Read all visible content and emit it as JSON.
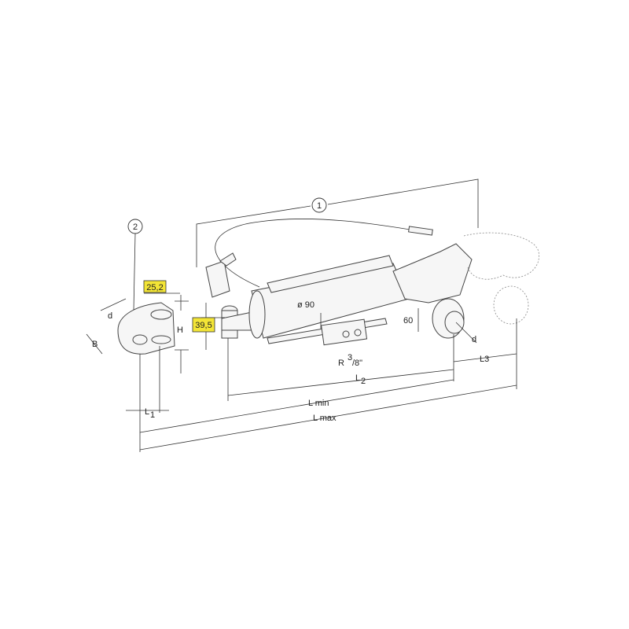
{
  "callouts": {
    "assembly": "1",
    "clevis": "2"
  },
  "dimensions": {
    "clevis_pin_width": "25,2",
    "ball_pin_height": "39,5",
    "d_clevis": "d",
    "b": "B",
    "h": "H",
    "diameter": "ø 90",
    "ball_height": "60",
    "d_ball": "d",
    "thread_r": "R",
    "thread_num": "3",
    "thread_den": "/8\"",
    "l1": "L",
    "l1_sub": "1",
    "l2": "L",
    "l2_sub": "2",
    "l3": "L3",
    "lmin": "L min",
    "lmax": "L max"
  },
  "colors": {
    "highlight": "#f3e536"
  }
}
